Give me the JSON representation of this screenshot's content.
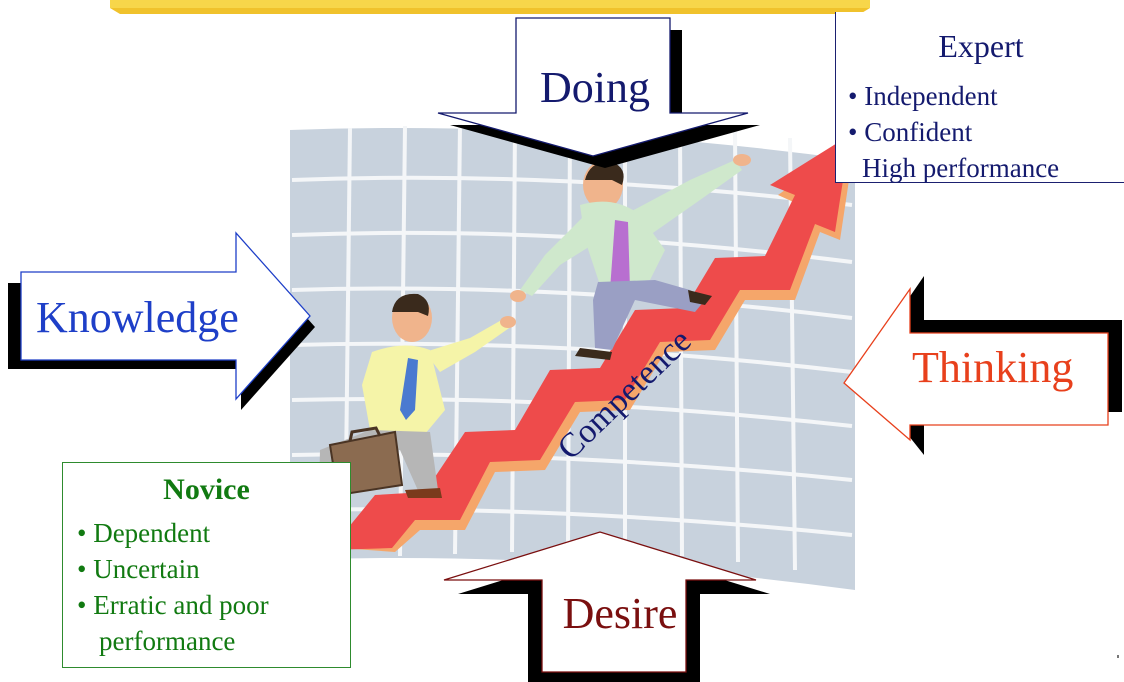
{
  "arrows": {
    "doing": "Doing",
    "knowledge": "Knowledge",
    "thinking": "Thinking",
    "desire": "Desire"
  },
  "expert": {
    "title": "Expert",
    "items": [
      "Independent",
      "Confident"
    ],
    "extra": "High performance"
  },
  "novice": {
    "title": "Novice",
    "items": [
      "Dependent",
      "Uncertain",
      "Erratic and poor"
    ],
    "extra": "performance"
  },
  "center": {
    "label": "Competence"
  },
  "colors": {
    "doing": "#141a6e",
    "knowledge": "#1e3fc8",
    "thinking": "#e8401c",
    "desire": "#7a0f0f",
    "expert": "#141a6e",
    "novice": "#117a11",
    "stairs": "#ee4b4b",
    "grid": "#b7c2d0"
  },
  "icons": [
    "stair-arrow-icon",
    "businessman-top-icon",
    "businessman-bottom-icon",
    "briefcase-icon"
  ]
}
